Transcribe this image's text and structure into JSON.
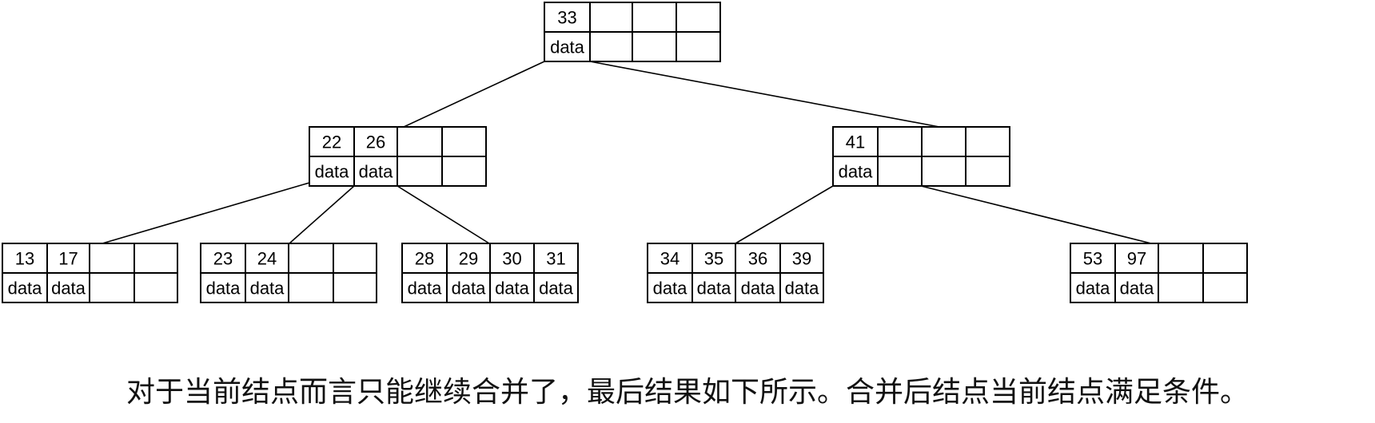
{
  "nodes": [
    {
      "id": "root",
      "keys": [
        "33",
        "",
        "",
        ""
      ],
      "values": [
        "data",
        "",
        "",
        ""
      ]
    },
    {
      "id": "mid-left",
      "keys": [
        "22",
        "26",
        "",
        ""
      ],
      "values": [
        "data",
        "data",
        "",
        ""
      ]
    },
    {
      "id": "mid-right",
      "keys": [
        "41",
        "",
        "",
        ""
      ],
      "values": [
        "data",
        "",
        "",
        ""
      ]
    },
    {
      "id": "leaf-1",
      "keys": [
        "13",
        "17",
        "",
        ""
      ],
      "values": [
        "data",
        "data",
        "",
        ""
      ]
    },
    {
      "id": "leaf-2",
      "keys": [
        "23",
        "24",
        "",
        ""
      ],
      "values": [
        "data",
        "data",
        "",
        ""
      ]
    },
    {
      "id": "leaf-3",
      "keys": [
        "28",
        "29",
        "30",
        "31"
      ],
      "values": [
        "data",
        "data",
        "data",
        "data"
      ]
    },
    {
      "id": "leaf-4",
      "keys": [
        "34",
        "35",
        "36",
        "39"
      ],
      "values": [
        "data",
        "data",
        "data",
        "data"
      ]
    },
    {
      "id": "leaf-5",
      "keys": [
        "53",
        "97",
        "",
        ""
      ],
      "values": [
        "data",
        "data",
        "",
        ""
      ]
    }
  ],
  "edges": [
    {
      "from": "root",
      "to": "mid-left"
    },
    {
      "from": "root",
      "to": "mid-right"
    },
    {
      "from": "mid-left",
      "to": "leaf-1"
    },
    {
      "from": "mid-left",
      "to": "leaf-2"
    },
    {
      "from": "mid-left",
      "to": "leaf-3"
    },
    {
      "from": "mid-right",
      "to": "leaf-4"
    },
    {
      "from": "mid-right",
      "to": "leaf-5"
    }
  ],
  "caption": "对于当前结点而言只能继续合并了，最后结果如下所示。合并后结点当前结点满足条件。"
}
